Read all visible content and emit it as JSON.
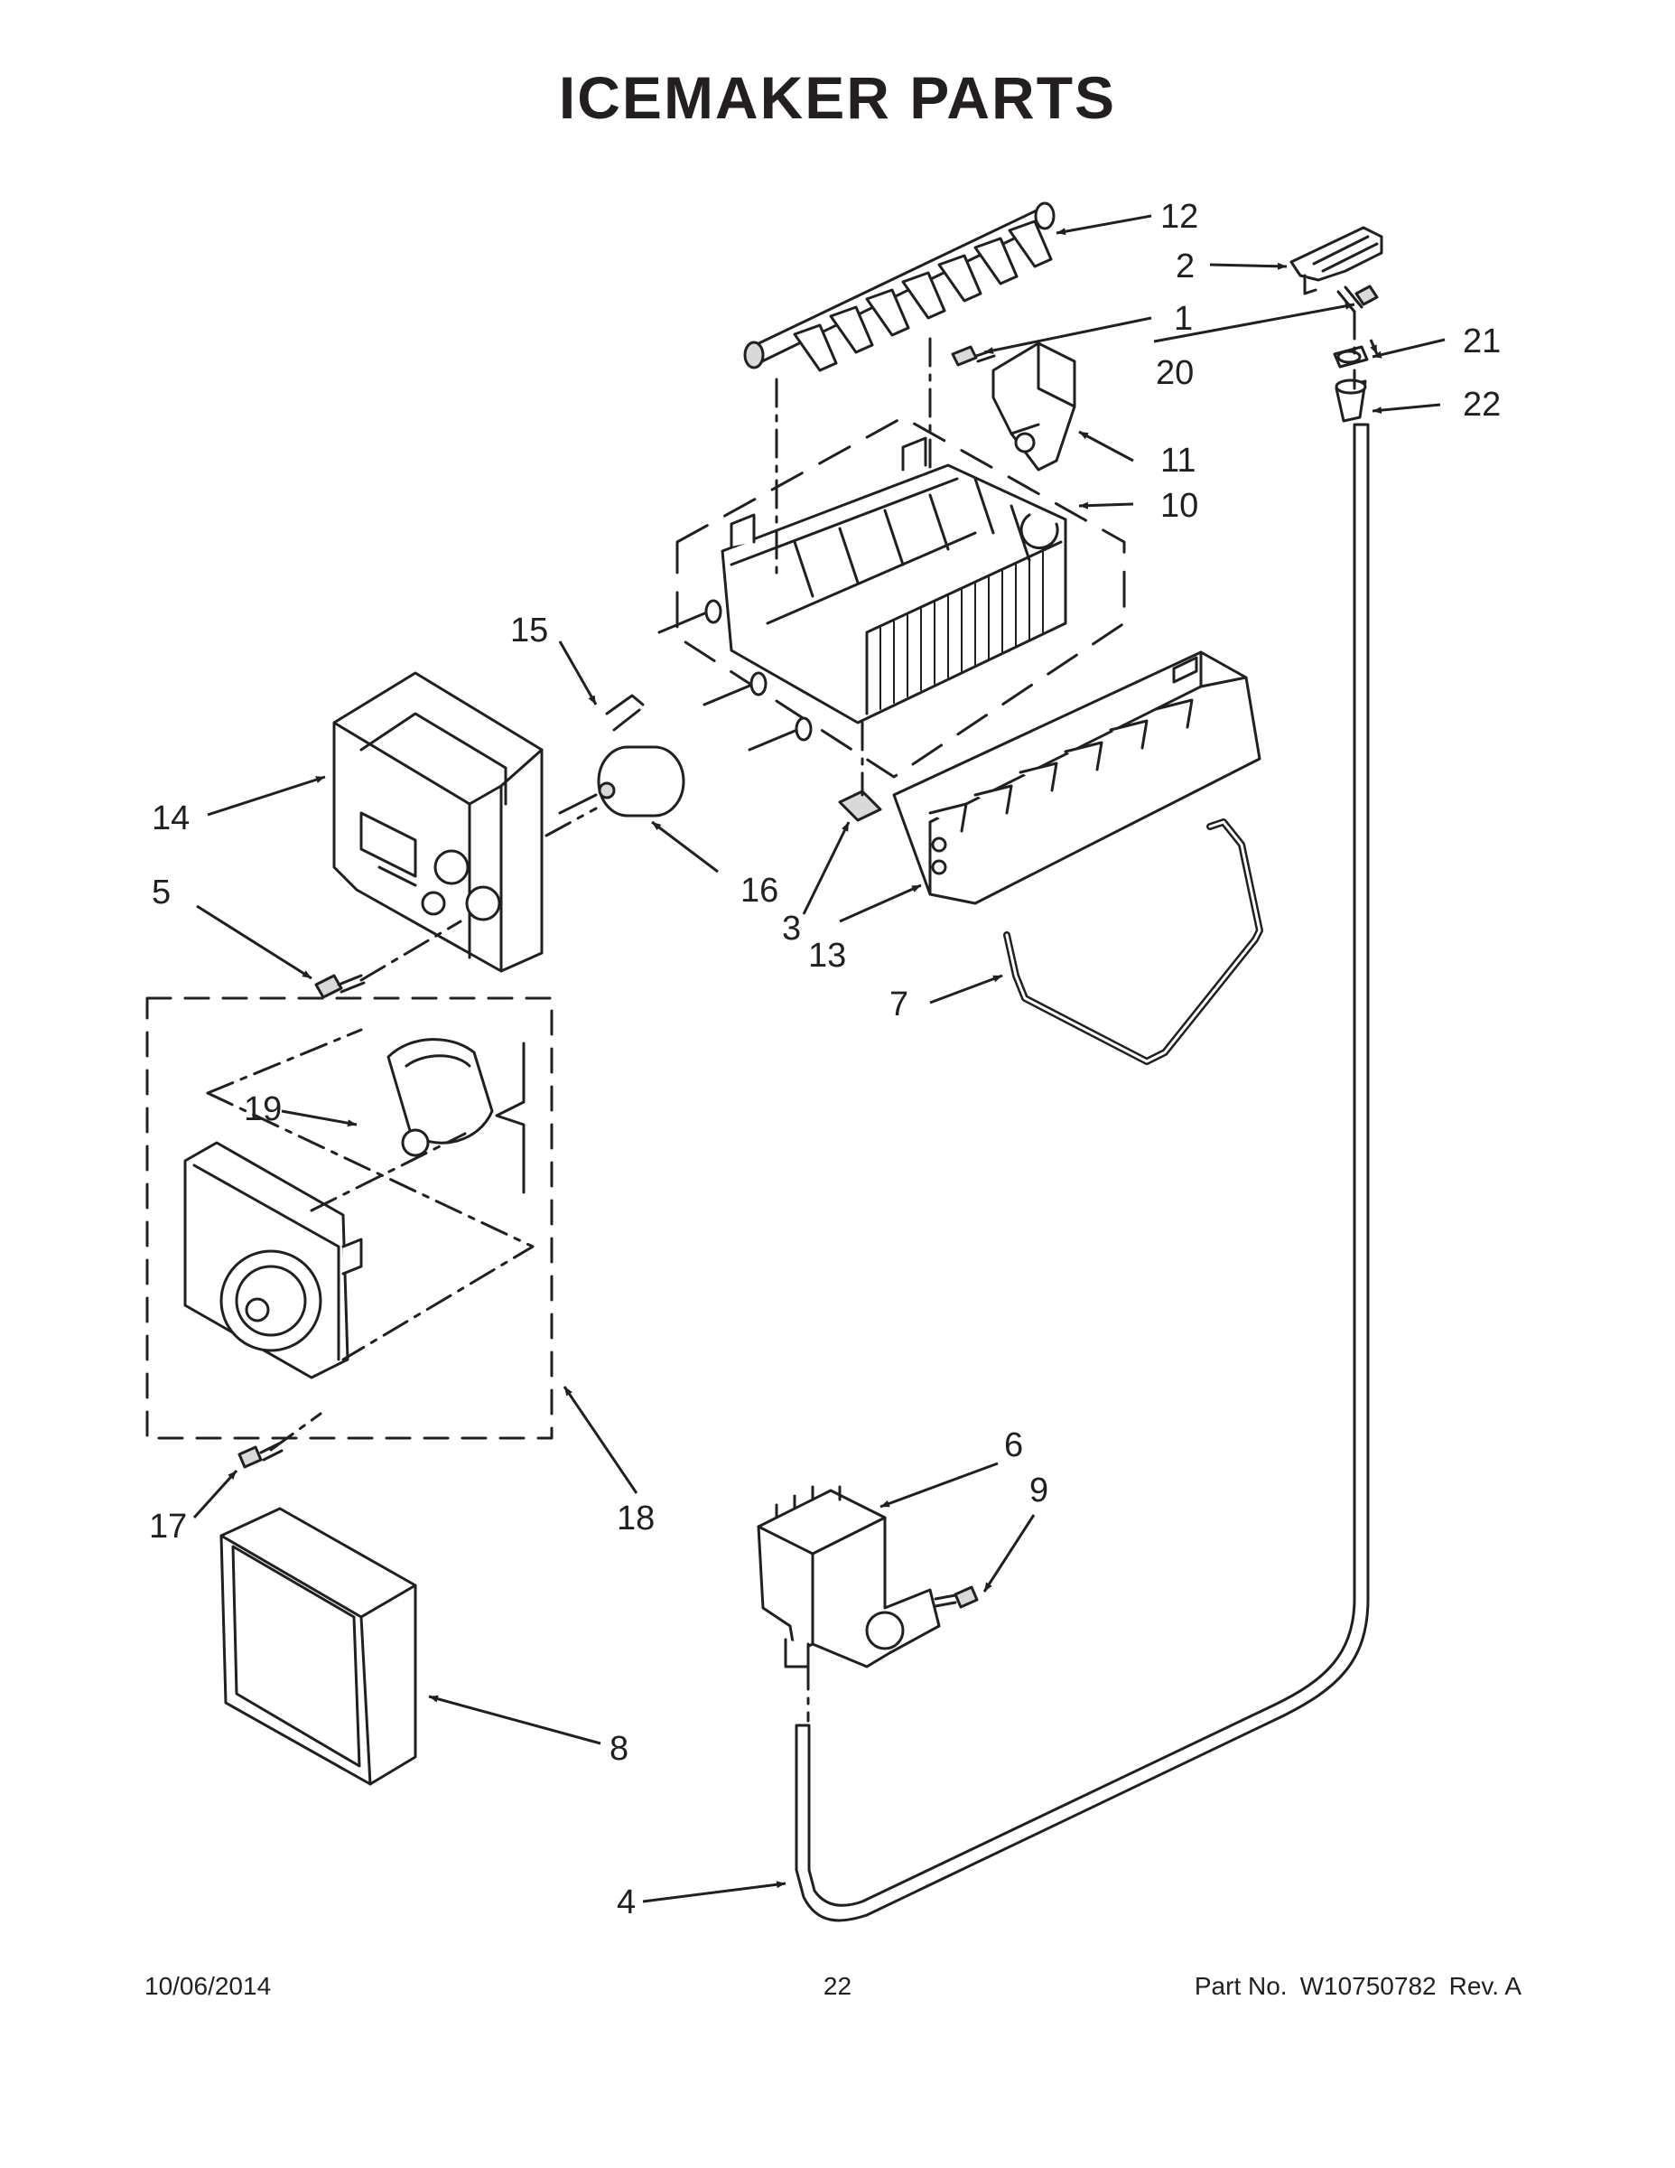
{
  "header": {
    "title": "ICEMAKER PARTS"
  },
  "callouts": [
    "1",
    "2",
    "3",
    "4",
    "5",
    "6",
    "7",
    "8",
    "9",
    "10",
    "11",
    "12",
    "13",
    "14",
    "15",
    "16",
    "17",
    "18",
    "19",
    "20",
    "21",
    "22"
  ],
  "footer": {
    "date": "10/06/2014",
    "page": "22",
    "part_label": "Part No.",
    "part_number": "W10750782",
    "revision": "Rev. A"
  },
  "colors": {
    "ink": "#231f20",
    "paper": "#ffffff",
    "shade": "#d9d9d9"
  }
}
